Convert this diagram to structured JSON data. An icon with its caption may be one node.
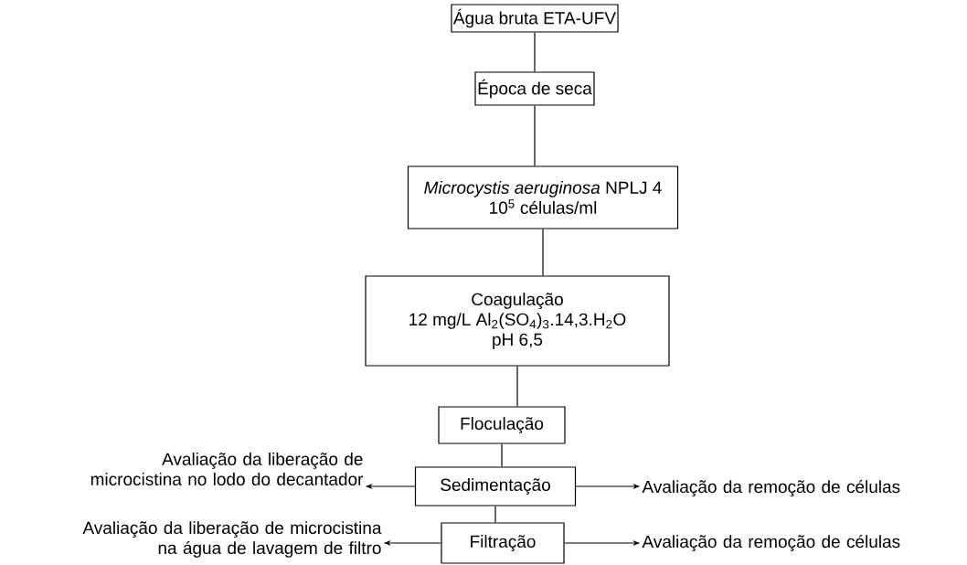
{
  "diagram": {
    "nodes": [
      {
        "text": [
          "Água bruta ETA-UFV"
        ]
      },
      {
        "text": [
          "Época de seca"
        ]
      },
      {
        "text": [
          "*Microcystis aeruginosa* NPLJ 4",
          "10$^{5}$ células/ml"
        ]
      },
      {
        "text": [
          "Coagulação",
          "12 mg/L Al$_{2}$(SO$_{4}$)$_{3}$.14,3.H$_{2}$O",
          "pH 6,5"
        ]
      },
      {
        "text": [
          "Floculação"
        ]
      },
      {
        "text": [
          "Sedimentação"
        ]
      },
      {
        "text": [
          "Filtração"
        ]
      },
      {
        "text": [
          "Avaliação da liberação de microcistina no lodo do decantador"
        ]
      },
      {
        "text": [
          "Avaliação da remoção de células"
        ]
      },
      {
        "text": [
          "Avaliação da liberação de microcistina na água de lavagem de filtro"
        ]
      },
      {
        "text": [
          "Avaliação da remoção de células"
        ]
      }
    ],
    "edges": [
      {
        "from": 0,
        "to": 1,
        "arrow": "none"
      },
      {
        "from": 1,
        "to": 2,
        "arrow": "none"
      },
      {
        "from": 2,
        "to": 3,
        "arrow": "none"
      },
      {
        "from": 3,
        "to": 4,
        "arrow": "none"
      },
      {
        "from": 4,
        "to": 5,
        "arrow": "none"
      },
      {
        "from": 5,
        "to": 6,
        "arrow": "none"
      },
      {
        "from": 5,
        "to": 7,
        "arrow": "to"
      },
      {
        "from": 5,
        "to": 8,
        "arrow": "to"
      },
      {
        "from": 6,
        "to": 9,
        "arrow": "to"
      },
      {
        "from": 6,
        "to": 10,
        "arrow": "to"
      }
    ]
  }
}
